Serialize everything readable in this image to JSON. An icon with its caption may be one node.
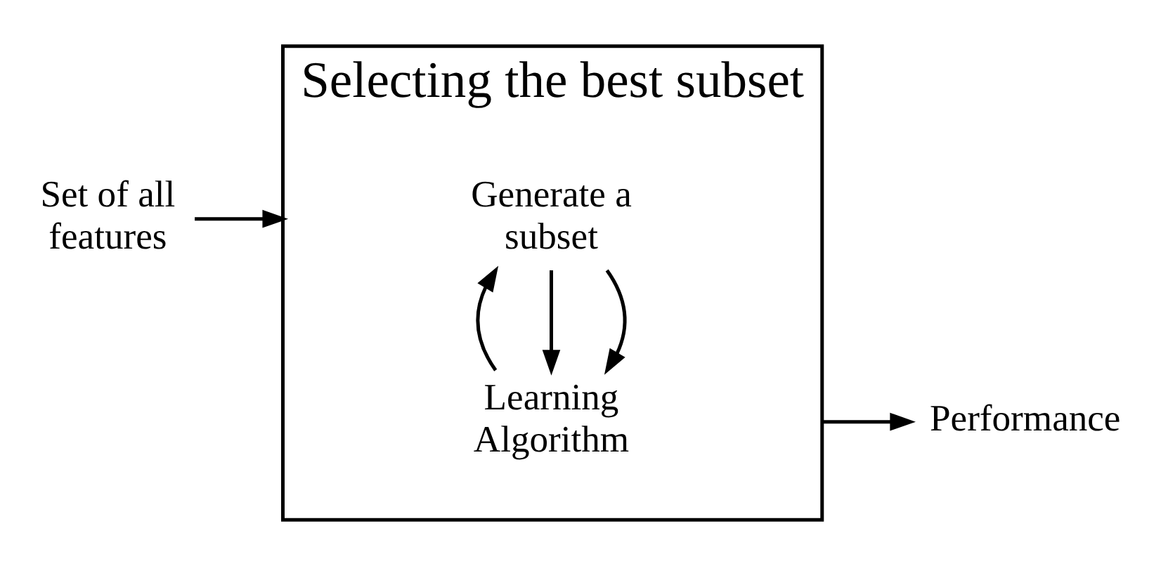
{
  "diagram": {
    "nodes": [
      {
        "text": [
          "Selecting the best subset"
        ]
      },
      {
        "text": [
          "Set of all features"
        ]
      },
      {
        "text": [
          "Generate a subset"
        ],
        "in": 0
      },
      {
        "text": [
          "Learning Algorithm"
        ],
        "in": 0
      },
      {
        "text": [
          "Performance"
        ]
      }
    ],
    "edges": [
      {
        "from": 1,
        "to": 0,
        "arrow": "to"
      },
      {
        "from": 2,
        "to": 3,
        "arrow": "to"
      },
      {
        "from": 2,
        "to": 3,
        "arrow": "to"
      },
      {
        "from": 3,
        "to": 2,
        "arrow": "to"
      },
      {
        "from": 0,
        "to": 4,
        "arrow": "to"
      }
    ]
  }
}
